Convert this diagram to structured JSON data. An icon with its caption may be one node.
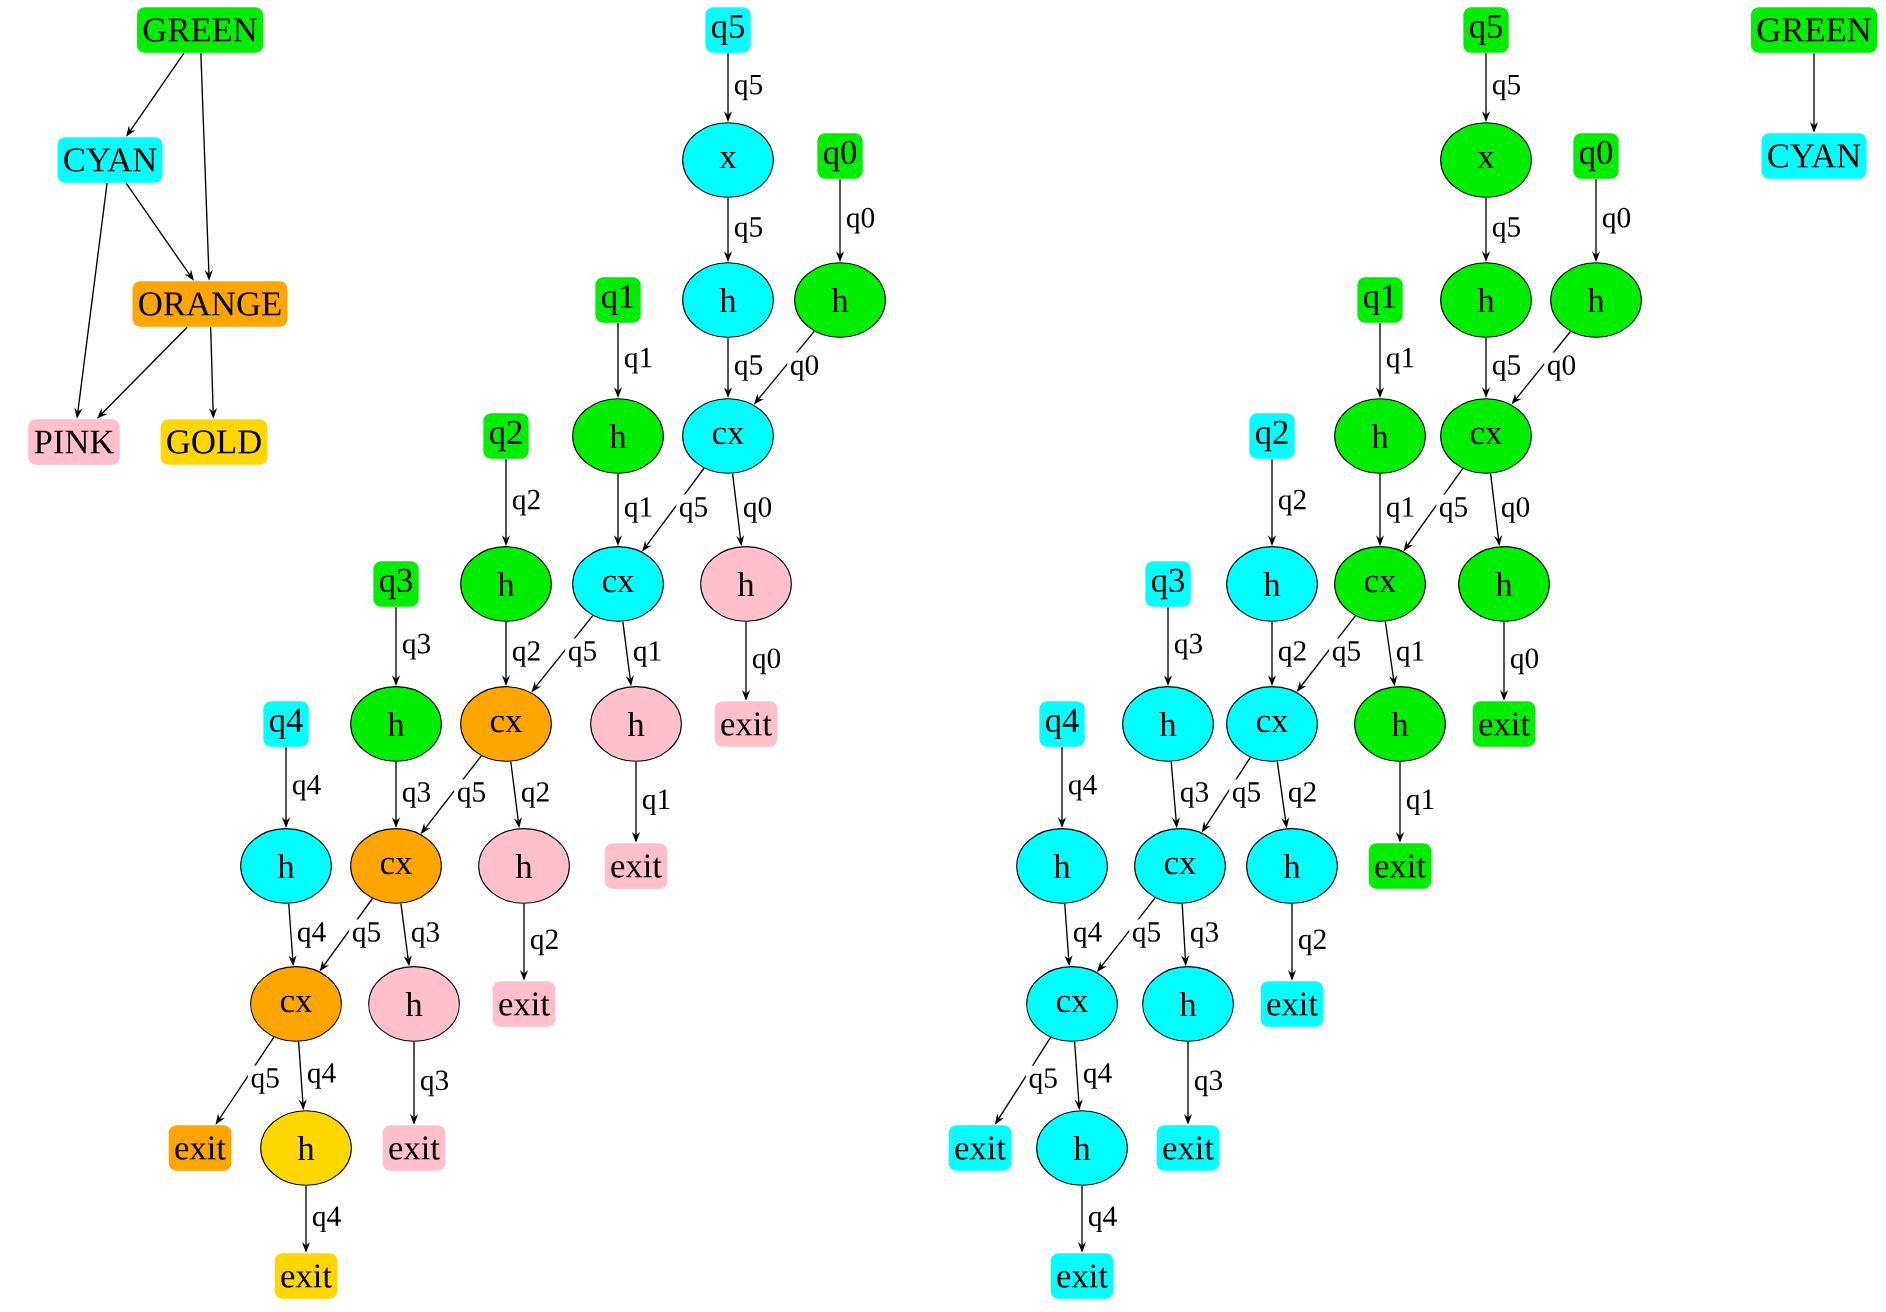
{
  "diagram": {
    "nodes": [
      {
        "text": [
          "GREEN"
        ]
      },
      {
        "text": [
          "CYAN"
        ]
      },
      {
        "text": [
          "ORANGE"
        ]
      },
      {
        "text": [
          "PINK"
        ]
      },
      {
        "text": [
          "GOLD"
        ]
      },
      {
        "text": [
          "q5"
        ]
      },
      {
        "text": [
          "x"
        ]
      },
      {
        "text": [
          "q0"
        ]
      },
      {
        "text": [
          "h"
        ]
      },
      {
        "text": [
          "h"
        ]
      },
      {
        "text": [
          "q1"
        ]
      },
      {
        "text": [
          "h"
        ]
      },
      {
        "text": [
          "cx"
        ]
      },
      {
        "text": [
          "q2"
        ]
      },
      {
        "text": [
          "h"
        ]
      },
      {
        "text": [
          "cx"
        ]
      },
      {
        "text": [
          "h"
        ]
      },
      {
        "text": [
          "q3"
        ]
      },
      {
        "text": [
          "h"
        ]
      },
      {
        "text": [
          "cx"
        ]
      },
      {
        "text": [
          "h"
        ]
      },
      {
        "text": [
          "exit"
        ]
      },
      {
        "text": [
          "q4"
        ]
      },
      {
        "text": [
          "h"
        ]
      },
      {
        "text": [
          "cx"
        ]
      },
      {
        "text": [
          "h"
        ]
      },
      {
        "text": [
          "exit"
        ]
      },
      {
        "text": [
          "cx"
        ]
      },
      {
        "text": [
          "h"
        ]
      },
      {
        "text": [
          "exit"
        ]
      },
      {
        "text": [
          "exit"
        ]
      },
      {
        "text": [
          "h"
        ]
      },
      {
        "text": [
          "exit"
        ]
      },
      {
        "text": [
          "exit"
        ]
      },
      {
        "text": [
          "q5"
        ]
      },
      {
        "text": [
          "x"
        ]
      },
      {
        "text": [
          "q0"
        ]
      },
      {
        "text": [
          "h"
        ]
      },
      {
        "text": [
          "h"
        ]
      },
      {
        "text": [
          "q1"
        ]
      },
      {
        "text": [
          "h"
        ]
      },
      {
        "text": [
          "cx"
        ]
      },
      {
        "text": [
          "q2"
        ]
      },
      {
        "text": [
          "h"
        ]
      },
      {
        "text": [
          "cx"
        ]
      },
      {
        "text": [
          "h"
        ]
      },
      {
        "text": [
          "q3"
        ]
      },
      {
        "text": [
          "h"
        ]
      },
      {
        "text": [
          "cx"
        ]
      },
      {
        "text": [
          "h"
        ]
      },
      {
        "text": [
          "exit"
        ]
      },
      {
        "text": [
          "q4"
        ]
      },
      {
        "text": [
          "h"
        ]
      },
      {
        "text": [
          "cx"
        ]
      },
      {
        "text": [
          "h"
        ]
      },
      {
        "text": [
          "exit"
        ]
      },
      {
        "text": [
          "cx"
        ]
      },
      {
        "text": [
          "h"
        ]
      },
      {
        "text": [
          "exit"
        ]
      },
      {
        "text": [
          "exit"
        ]
      },
      {
        "text": [
          "h"
        ]
      },
      {
        "text": [
          "exit"
        ]
      },
      {
        "text": [
          "exit"
        ]
      },
      {
        "text": [
          "GREEN"
        ]
      },
      {
        "text": [
          "CYAN"
        ]
      }
    ],
    "edges": [
      {
        "from": 0,
        "to": 1,
        "arrow": "to"
      },
      {
        "from": 0,
        "to": 2,
        "arrow": "to"
      },
      {
        "from": 1,
        "to": 2,
        "arrow": "to"
      },
      {
        "from": 1,
        "to": 3,
        "arrow": "to"
      },
      {
        "from": 2,
        "to": 3,
        "arrow": "to"
      },
      {
        "from": 2,
        "to": 4,
        "arrow": "to"
      },
      {
        "from": 5,
        "to": 6,
        "arrow": "to",
        "label": "q5"
      },
      {
        "from": 6,
        "to": 8,
        "arrow": "to",
        "label": "q5"
      },
      {
        "from": 7,
        "to": 9,
        "arrow": "to",
        "label": "q0"
      },
      {
        "from": 8,
        "to": 12,
        "arrow": "to",
        "label": "q5"
      },
      {
        "from": 9,
        "to": 12,
        "arrow": "to",
        "label": "q0"
      },
      {
        "from": 10,
        "to": 11,
        "arrow": "to",
        "label": "q1"
      },
      {
        "from": 11,
        "to": 15,
        "arrow": "to",
        "label": "q1"
      },
      {
        "from": 12,
        "to": 15,
        "arrow": "to",
        "label": "q5"
      },
      {
        "from": 12,
        "to": 16,
        "arrow": "to",
        "label": "q0"
      },
      {
        "from": 13,
        "to": 14,
        "arrow": "to",
        "label": "q2"
      },
      {
        "from": 14,
        "to": 19,
        "arrow": "to",
        "label": "q2"
      },
      {
        "from": 15,
        "to": 19,
        "arrow": "to",
        "label": "q5"
      },
      {
        "from": 15,
        "to": 20,
        "arrow": "to",
        "label": "q1"
      },
      {
        "from": 16,
        "to": 21,
        "arrow": "to",
        "label": "q0"
      },
      {
        "from": 17,
        "to": 18,
        "arrow": "to",
        "label": "q3"
      },
      {
        "from": 18,
        "to": 24,
        "arrow": "to",
        "label": "q3"
      },
      {
        "from": 19,
        "to": 24,
        "arrow": "to",
        "label": "q5"
      },
      {
        "from": 19,
        "to": 25,
        "arrow": "to",
        "label": "q2"
      },
      {
        "from": 20,
        "to": 26,
        "arrow": "to",
        "label": "q1"
      },
      {
        "from": 22,
        "to": 23,
        "arrow": "to",
        "label": "q4"
      },
      {
        "from": 23,
        "to": 27,
        "arrow": "to",
        "label": "q4"
      },
      {
        "from": 24,
        "to": 27,
        "arrow": "to",
        "label": "q5"
      },
      {
        "from": 24,
        "to": 28,
        "arrow": "to",
        "label": "q3"
      },
      {
        "from": 25,
        "to": 29,
        "arrow": "to",
        "label": "q2"
      },
      {
        "from": 27,
        "to": 30,
        "arrow": "to",
        "label": "q5"
      },
      {
        "from": 27,
        "to": 31,
        "arrow": "to",
        "label": "q4"
      },
      {
        "from": 28,
        "to": 32,
        "arrow": "to",
        "label": "q3"
      },
      {
        "from": 31,
        "to": 33,
        "arrow": "to",
        "label": "q4"
      },
      {
        "from": 34,
        "to": 35,
        "arrow": "to",
        "label": "q5"
      },
      {
        "from": 35,
        "to": 37,
        "arrow": "to",
        "label": "q5"
      },
      {
        "from": 36,
        "to": 38,
        "arrow": "to",
        "label": "q0"
      },
      {
        "from": 37,
        "to": 41,
        "arrow": "to",
        "label": "q5"
      },
      {
        "from": 38,
        "to": 41,
        "arrow": "to",
        "label": "q0"
      },
      {
        "from": 39,
        "to": 40,
        "arrow": "to",
        "label": "q1"
      },
      {
        "from": 40,
        "to": 44,
        "arrow": "to",
        "label": "q1"
      },
      {
        "from": 41,
        "to": 44,
        "arrow": "to",
        "label": "q5"
      },
      {
        "from": 41,
        "to": 45,
        "arrow": "to",
        "label": "q0"
      },
      {
        "from": 42,
        "to": 43,
        "arrow": "to",
        "label": "q2"
      },
      {
        "from": 43,
        "to": 48,
        "arrow": "to",
        "label": "q2"
      },
      {
        "from": 44,
        "to": 48,
        "arrow": "to",
        "label": "q5"
      },
      {
        "from": 44,
        "to": 49,
        "arrow": "to",
        "label": "q1"
      },
      {
        "from": 45,
        "to": 50,
        "arrow": "to",
        "label": "q0"
      },
      {
        "from": 46,
        "to": 47,
        "arrow": "to",
        "label": "q3"
      },
      {
        "from": 47,
        "to": 53,
        "arrow": "to",
        "label": "q3"
      },
      {
        "from": 48,
        "to": 53,
        "arrow": "to",
        "label": "q5"
      },
      {
        "from": 48,
        "to": 54,
        "arrow": "to",
        "label": "q2"
      },
      {
        "from": 49,
        "to": 55,
        "arrow": "to",
        "label": "q1"
      },
      {
        "from": 51,
        "to": 52,
        "arrow": "to",
        "label": "q4"
      },
      {
        "from": 52,
        "to": 56,
        "arrow": "to",
        "label": "q4"
      },
      {
        "from": 53,
        "to": 56,
        "arrow": "to",
        "label": "q5"
      },
      {
        "from": 53,
        "to": 57,
        "arrow": "to",
        "label": "q3"
      },
      {
        "from": 54,
        "to": 58,
        "arrow": "to",
        "label": "q2"
      },
      {
        "from": 56,
        "to": 59,
        "arrow": "to",
        "label": "q5"
      },
      {
        "from": 56,
        "to": 60,
        "arrow": "to",
        "label": "q4"
      },
      {
        "from": 57,
        "to": 61,
        "arrow": "to",
        "label": "q3"
      },
      {
        "from": 60,
        "to": 62,
        "arrow": "to",
        "label": "q4"
      },
      {
        "from": 63,
        "to": 64,
        "arrow": "to"
      }
    ]
  }
}
